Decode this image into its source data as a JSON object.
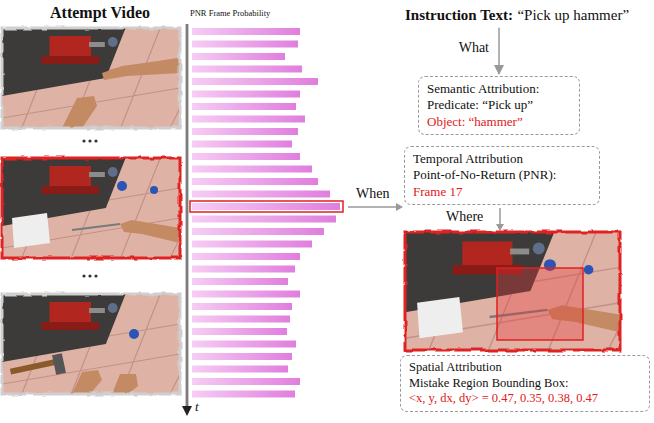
{
  "diagram": {
    "nodes": [
      {
        "text": [
          "Instruction Text:",
          "“Pick up hammer”"
        ]
      },
      {
        "text": [
          "Semantic Attribution:",
          "Predicate: “Pick up”",
          "Object: “hammer”"
        ]
      },
      {
        "text": [
          "Temporal Attribution",
          "Point-of-No-Return (PNR):",
          "Frame 17"
        ]
      },
      {
        "text": [
          "Spatial Attribution",
          "Mistake Region Bounding Box:",
          "<x, y, dx, dy> = 0.47, 0.35, 0.38, 0.47"
        ]
      }
    ],
    "edges": [
      {
        "from": 0,
        "to": 1,
        "arrow": "to",
        "label": "What"
      }
    ],
    "labels": [
      "Attempt Video",
      "PNR Frame Probability",
      "t",
      "When",
      "Where"
    ]
  }
}
